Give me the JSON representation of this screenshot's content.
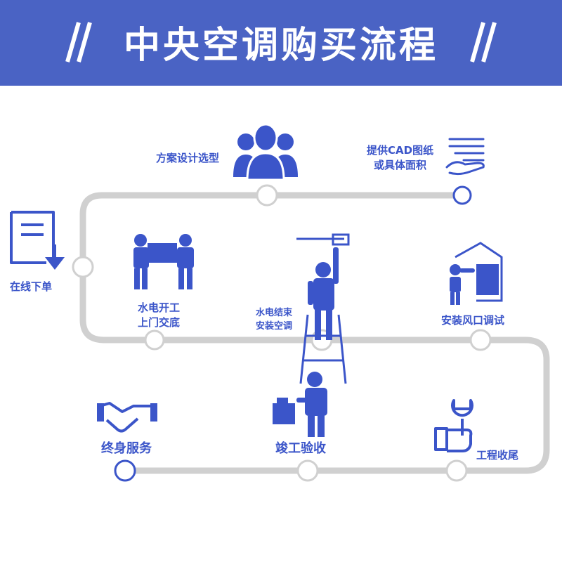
{
  "title": "中央空调购买流程",
  "colors": {
    "banner": "#4a63c4",
    "accent": "#3b55c9",
    "path": "#d0d0d0"
  },
  "steps": {
    "design": "方案设计选型",
    "provide_1": "提供CAD图纸",
    "provide_2": "或具体面积",
    "order": "在线下单",
    "start_1": "水电开工",
    "start_2": "上门交底",
    "finish_1": "水电结束",
    "finish_2": "安装空调",
    "vent": "安装风口调试",
    "service": "终身服务",
    "accept": "竣工验收",
    "close": "工程收尾"
  }
}
